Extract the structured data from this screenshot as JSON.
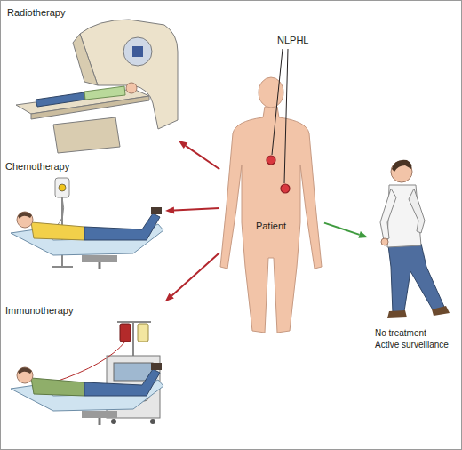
{
  "diagram": {
    "nodes": [
      {
        "text": [
          "Radiotherapy"
        ]
      },
      {
        "text": [
          "Chemotherapy"
        ]
      },
      {
        "text": [
          "Immunotherapy"
        ]
      },
      {
        "text": [
          "Patient"
        ]
      },
      {
        "text": [
          "No treatment Active surveillance"
        ]
      }
    ],
    "edges": [
      {
        "from": 3,
        "to": 0,
        "arrow": "to"
      },
      {
        "from": 3,
        "to": 1,
        "arrow": "to"
      },
      {
        "from": 3,
        "to": 2,
        "arrow": "to"
      },
      {
        "from": 3,
        "to": 4,
        "arrow": "to"
      }
    ],
    "labels": [
      "NLPHL"
    ]
  }
}
